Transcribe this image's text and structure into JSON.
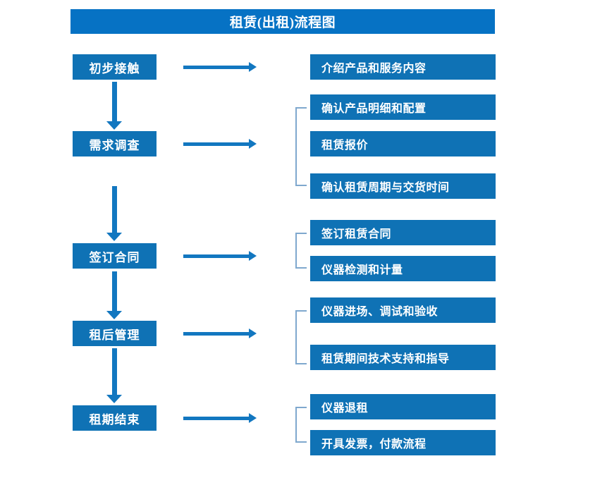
{
  "chart": {
    "title": "租赁(出租)流程图",
    "colors": {
      "title_bar": "#0672C4",
      "box": "#0F72B5",
      "arrow": "#1277C0",
      "bracket": "#7FA8CE",
      "text": "#FFFFFF",
      "background": "#FFFFFF"
    }
  },
  "stages": [
    {
      "label": "初步接触"
    },
    {
      "label": "需求调查"
    },
    {
      "label": "签订合同"
    },
    {
      "label": "租后管理"
    },
    {
      "label": "租期结束"
    }
  ],
  "details": {
    "group1": [
      {
        "label": "介绍产品和服务内容"
      }
    ],
    "group2": [
      {
        "label": "确认产品明细和配置"
      },
      {
        "label": "租赁报价"
      },
      {
        "label": "确认租赁周期与交货时间"
      }
    ],
    "group3": [
      {
        "label": "签订租赁合同"
      },
      {
        "label": "仪器检测和计量"
      }
    ],
    "group4": [
      {
        "label": "仪器进场、调试和验收"
      },
      {
        "label": "租赁期间技术支持和指导"
      }
    ],
    "group5": [
      {
        "label": "仪器退租"
      },
      {
        "label": "开具发票，付款流程"
      }
    ]
  }
}
